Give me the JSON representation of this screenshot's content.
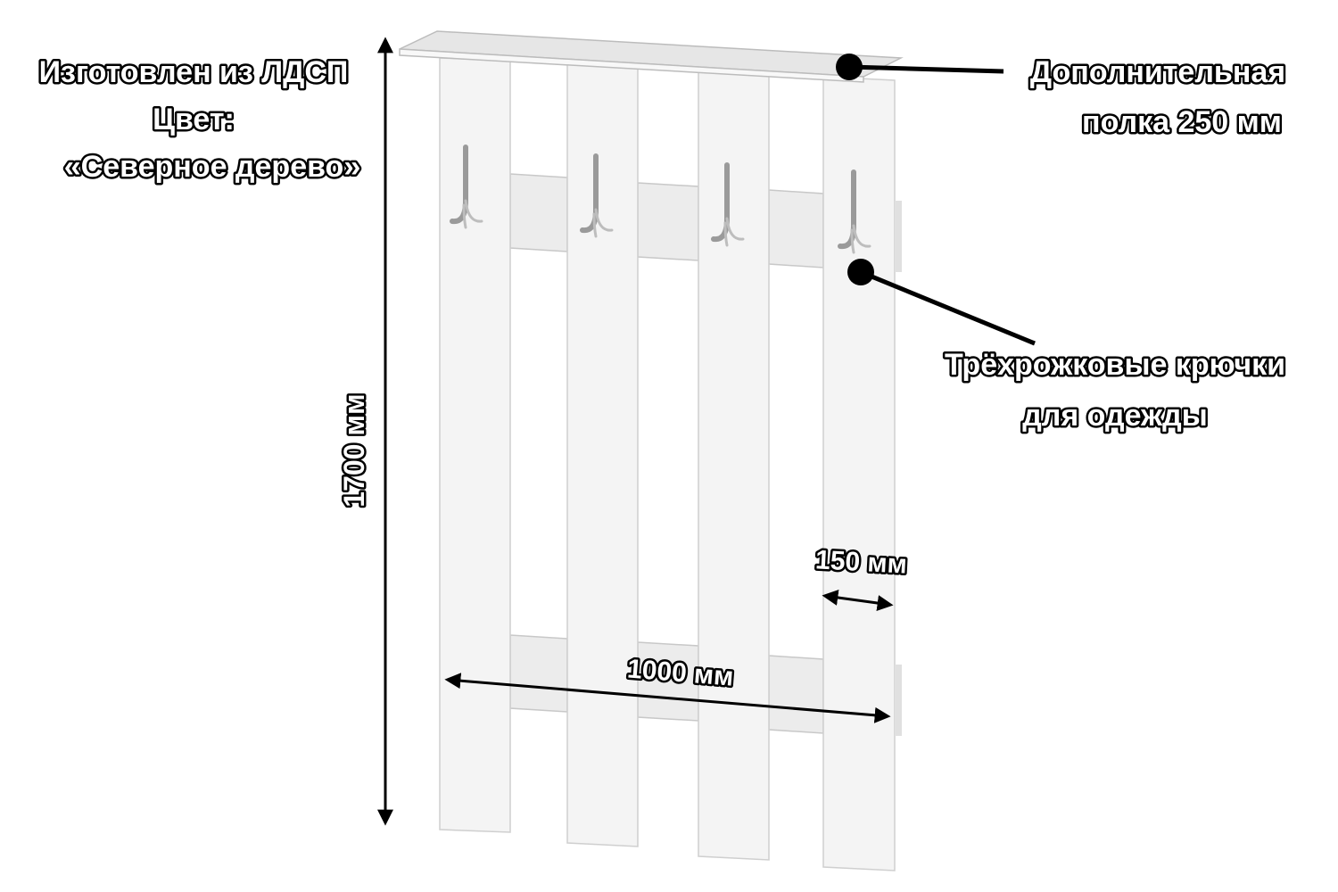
{
  "labels": {
    "material": "Изготовлен из ЛДСП",
    "color_label": "Цвет:",
    "color_value": "«Северное дерево»",
    "shelf_line1": "Дополнительная",
    "shelf_line2": "полка 250 мм",
    "hooks_line1": "Трёхрожковые крючки",
    "hooks_line2": "для одежды",
    "height": "1700 мм",
    "width": "1000 мм",
    "board_width": "150 мм"
  },
  "colors": {
    "panel": "#f4f4f4",
    "outline": "#000000",
    "hook": "#9a9a9a"
  }
}
